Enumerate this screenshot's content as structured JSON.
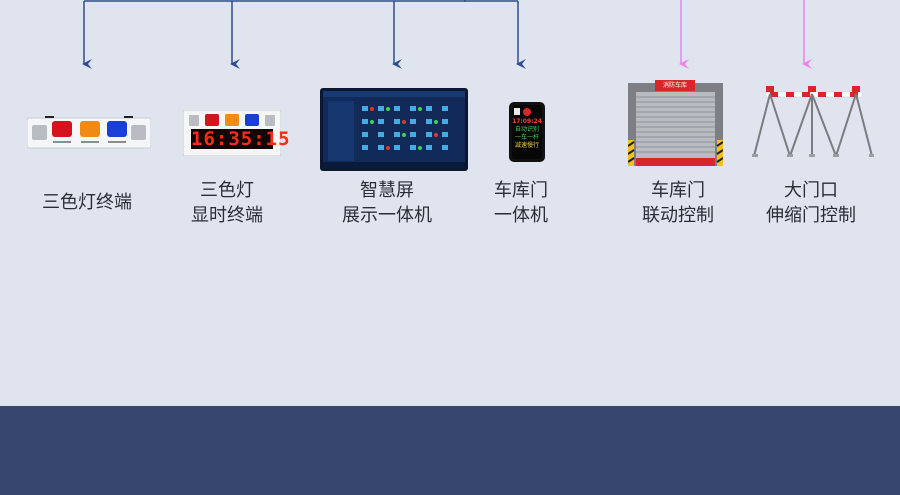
{
  "diagram": {
    "devices": [
      {
        "id": "tricolor-terminal",
        "caption_lines": [
          "三色灯终端"
        ]
      },
      {
        "id": "tricolor-display-terminal",
        "caption_lines": [
          "三色灯",
          "显时终端"
        ],
        "display_time": "16:35:15"
      },
      {
        "id": "smart-screen",
        "caption_lines": [
          "智慧屏",
          "展示一体机"
        ]
      },
      {
        "id": "garage-door-unit",
        "caption_lines": [
          "车库门",
          "一体机"
        ],
        "screen_time": "17:09:24",
        "screen_lines": [
          "自动识别",
          "一车一杆",
          "减速慢行"
        ]
      },
      {
        "id": "garage-door-control",
        "caption_lines": [
          "车库门",
          "联动控制"
        ],
        "sign": "消防车库"
      },
      {
        "id": "gate-control",
        "caption_lines": [
          "大门口",
          "伸缩门控制"
        ]
      }
    ],
    "colors": {
      "background": "#dfe4ee",
      "footer": "#37466f",
      "connector_blue": "#2d4d8c",
      "connector_pink": "#ee82ee"
    }
  }
}
